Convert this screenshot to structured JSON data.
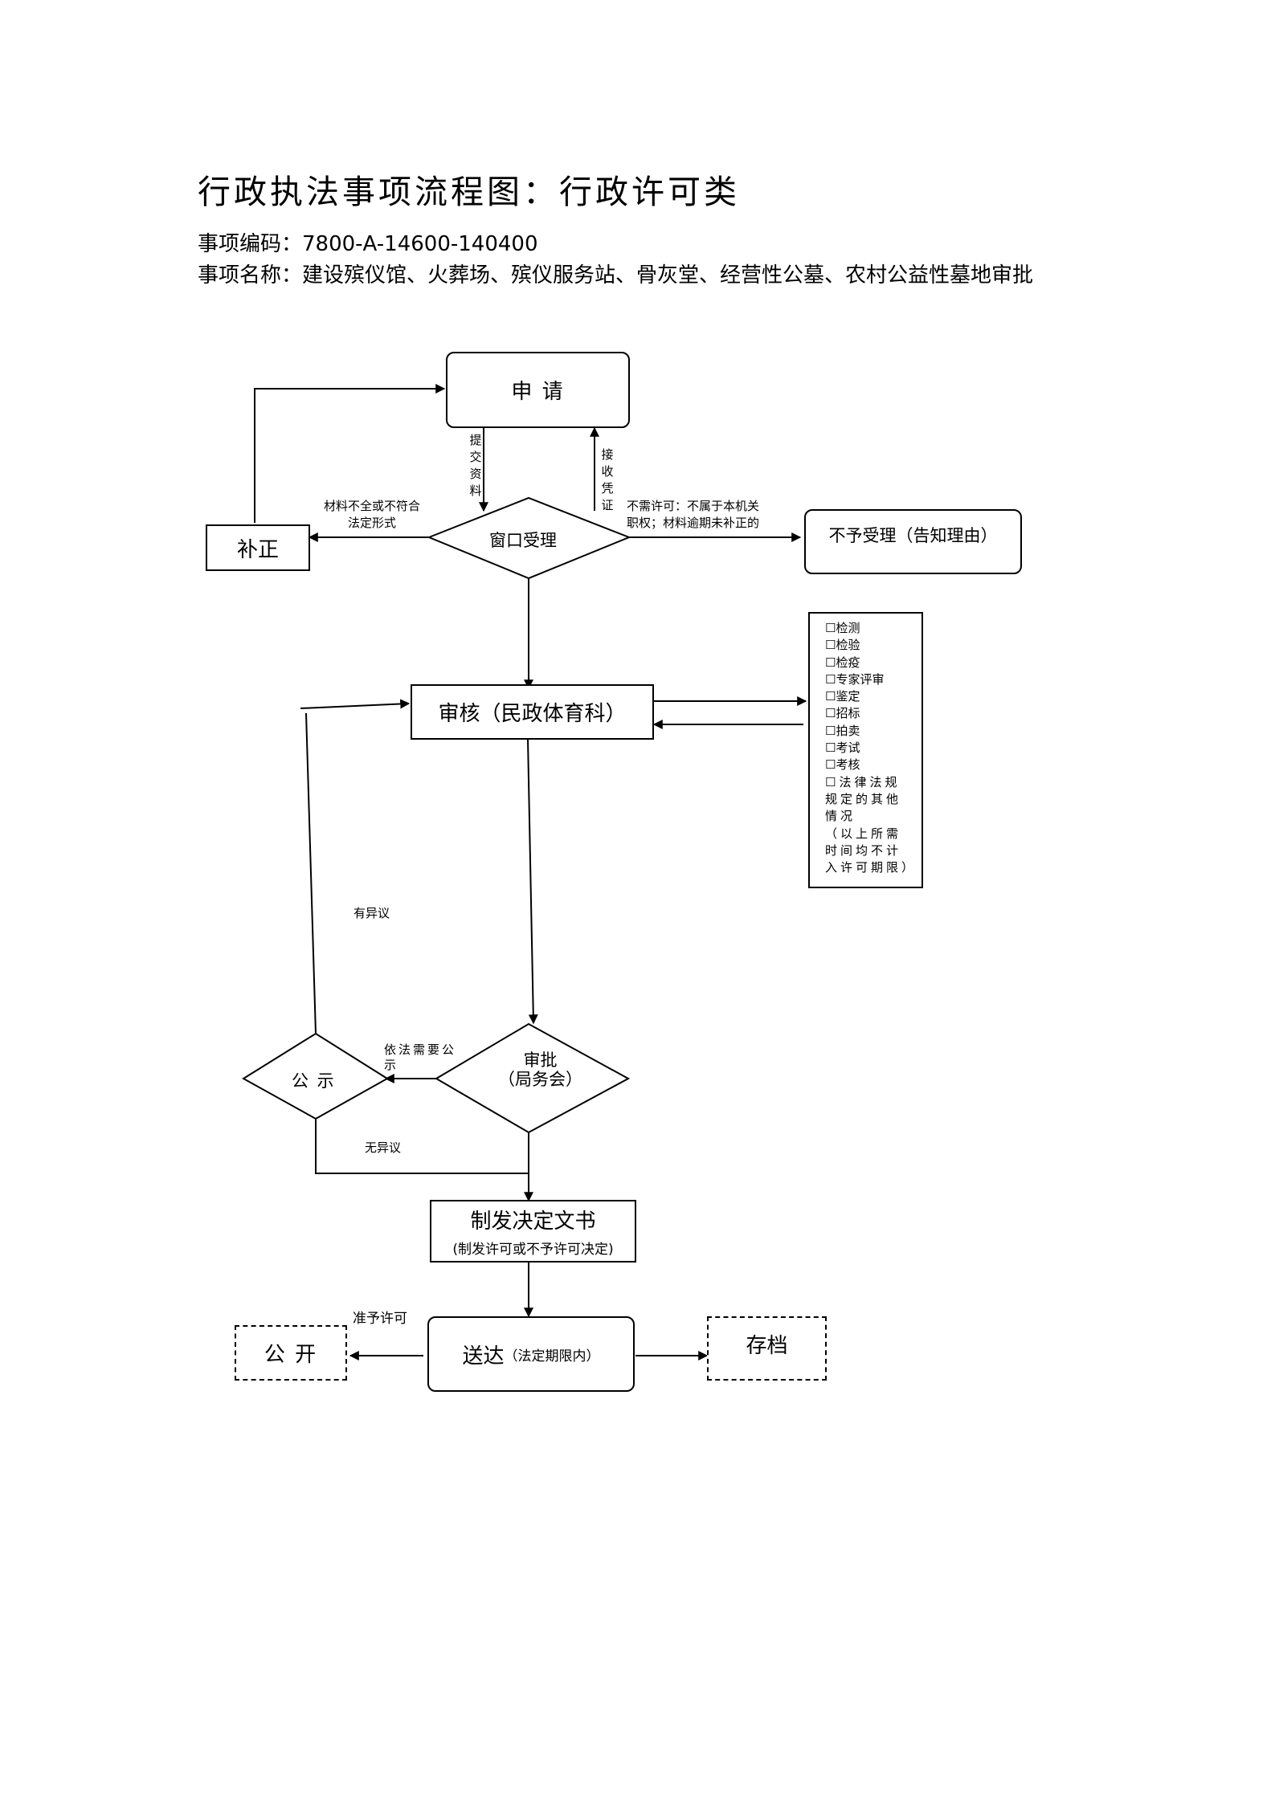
{
  "header": {
    "title": "行政执法事项流程图：行政许可类",
    "code_line": "事项编码：7800-A-14600-140400",
    "name_line": "事项名称：建设殡仪馆、火葬场、殡仪服务站、骨灰堂、经营性公墓、农村公益性墓地审批"
  },
  "nodes": {
    "apply": "申  请",
    "window": "窗口受理",
    "correction": "补正",
    "reject": "不予受理（告知理由）",
    "review": "审核（民政体育科）",
    "approval_line1": "审批",
    "approval_line2": "（局务会）",
    "publicity": "公  示",
    "decision_line1": "制发决定文书",
    "decision_line2": "(制发许可或不予许可决定)",
    "delivery_main": "送达",
    "delivery_sub": "（法定期限内）",
    "disclosure": "公  开",
    "archive": "存档"
  },
  "edge_labels": {
    "submit_materials": "提交资料",
    "receive_voucher": "接收凭证",
    "incomplete_line1": "材料不全或不符合",
    "incomplete_line2": "法定形式",
    "no_license_line1": "不需许可：不属于本机关",
    "no_license_line2": "职权；材料逾期未补正的",
    "objection": "有异议",
    "legal_publicity": "依法需要公示",
    "no_objection": "无异议",
    "permit_granted": "准予许可"
  },
  "checklist": {
    "items": [
      "☐检测",
      "☐检验",
      "☐检疫",
      "☐专家评审",
      "☐鉴定",
      "☐招标",
      "☐拍卖",
      "☐考试",
      "☐考核",
      "☐法律法规规定的其他情况"
    ],
    "note": "（以上所需时间均不计入许可期限）"
  }
}
